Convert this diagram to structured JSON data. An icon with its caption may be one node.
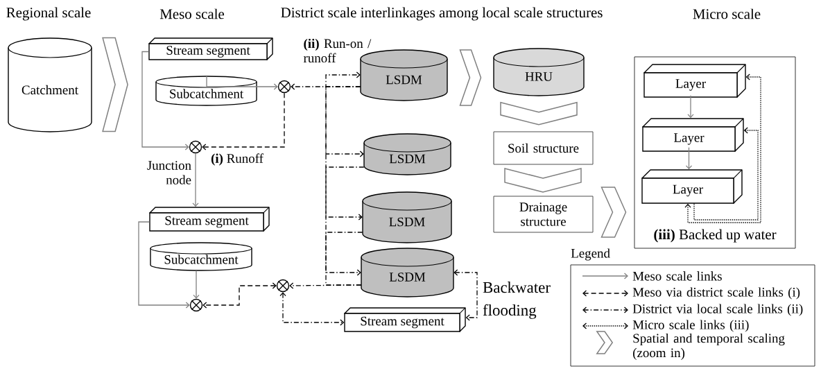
{
  "diagram": {
    "nodes": [
      {
        "text": [
          "Catchment"
        ]
      },
      {
        "text": [
          "Stream segment"
        ]
      },
      {
        "text": [
          "Subcatchment"
        ]
      },
      {
        "text": [],
        "shape": "circle"
      },
      {
        "text": [],
        "shape": "circle",
        "beside": [
          "Junction node"
        ]
      },
      {
        "text": [
          "LSDM"
        ]
      },
      {
        "text": [
          "LSDM"
        ]
      },
      {
        "text": [
          "LSDM"
        ]
      },
      {
        "text": [
          "LSDM"
        ]
      },
      {
        "text": [
          "Stream segment"
        ]
      },
      {
        "text": [
          "Subcatchment"
        ]
      },
      {
        "text": [],
        "shape": "circle"
      },
      {
        "text": [],
        "shape": "circle"
      },
      {
        "text": [
          "Stream segment"
        ]
      },
      {
        "text": [
          "HRU"
        ]
      },
      {
        "text": [
          "Soil structure"
        ]
      },
      {
        "text": [
          "Drainage structure"
        ]
      },
      {
        "text": [
          "**(iii)** Backed up water"
        ]
      },
      {
        "text": [
          "Layer"
        ],
        "in": 17
      },
      {
        "text": [
          "Layer"
        ],
        "in": 17
      },
      {
        "text": [
          "Layer"
        ],
        "in": 17
      }
    ],
    "edges": [
      {
        "from": 1,
        "to": 4,
        "arrow": "to",
        "color": "#808080"
      },
      {
        "from": 2,
        "to": 3,
        "arrow": "to",
        "color": "#808080"
      },
      {
        "from": 4,
        "to": 9,
        "arrow": "to",
        "color": "#808080"
      },
      {
        "from": 9,
        "to": 11,
        "arrow": "to",
        "color": "#808080"
      },
      {
        "from": 10,
        "to": 11,
        "arrow": "to",
        "color": "#808080"
      },
      {
        "from": 3,
        "to": 4,
        "arrow": "to",
        "style": "dashed",
        "label": "**(i)** Runoff"
      },
      {
        "from": 12,
        "to": 11,
        "arrow": "both",
        "style": "dashed"
      },
      {
        "from": 5,
        "to": 3,
        "arrow": "to",
        "style": "dashed"
      },
      {
        "from": 5,
        "to": 6,
        "arrow": "to",
        "style": "dashed"
      },
      {
        "from": 6,
        "to": 7,
        "arrow": "to",
        "style": "dashed"
      },
      {
        "from": 7,
        "to": 8,
        "arrow": "to",
        "style": "dashed"
      },
      {
        "from": 8,
        "to": 12,
        "arrow": "to",
        "style": "dashed"
      },
      {
        "from": 8,
        "to": 5,
        "arrow": "to",
        "style": "dashed",
        "label": "**(ii)** Run-on / runoff"
      },
      {
        "from": 12,
        "to": 13,
        "arrow": "both",
        "style": "dashed"
      },
      {
        "from": 8,
        "to": 13,
        "arrow": "both",
        "style": "dashed",
        "label": "Backwater flooding"
      },
      {
        "from": 20,
        "to": 18,
        "arrow": "both",
        "style": "dashed"
      },
      {
        "from": 20,
        "to": 19,
        "arrow": "to",
        "style": "dashed"
      },
      {
        "from": 18,
        "to": 19,
        "arrow": "to",
        "color": "#808080"
      },
      {
        "from": 19,
        "to": 20,
        "arrow": "to",
        "color": "#808080"
      },
      {
        "from": 0,
        "to": null,
        "arrow": "to",
        "color": "#808080"
      },
      {
        "from": 5,
        "to": 14,
        "arrow": "to",
        "color": "#808080"
      },
      {
        "from": 14,
        "to": 15,
        "arrow": "to",
        "color": "#808080"
      },
      {
        "from": 15,
        "to": 16,
        "arrow": "to",
        "color": "#808080"
      },
      {
        "from": 16,
        "to": 17,
        "arrow": "to",
        "color": "#808080"
      }
    ],
    "labels": [
      "Regional scale",
      "Meso scale",
      "District scale interlinkages among local scale structures",
      "Micro scale",
      "Legend"
    ],
    "legend": [
      {
        "text": "Meso scale links"
      },
      {
        "text": "Meso via district scale links (i)"
      },
      {
        "text": "District via local scale links (ii)"
      },
      {
        "text": "Micro scale links (iii)"
      },
      {
        "text": "Spatial and temporal scaling (zoom in)"
      }
    ]
  }
}
